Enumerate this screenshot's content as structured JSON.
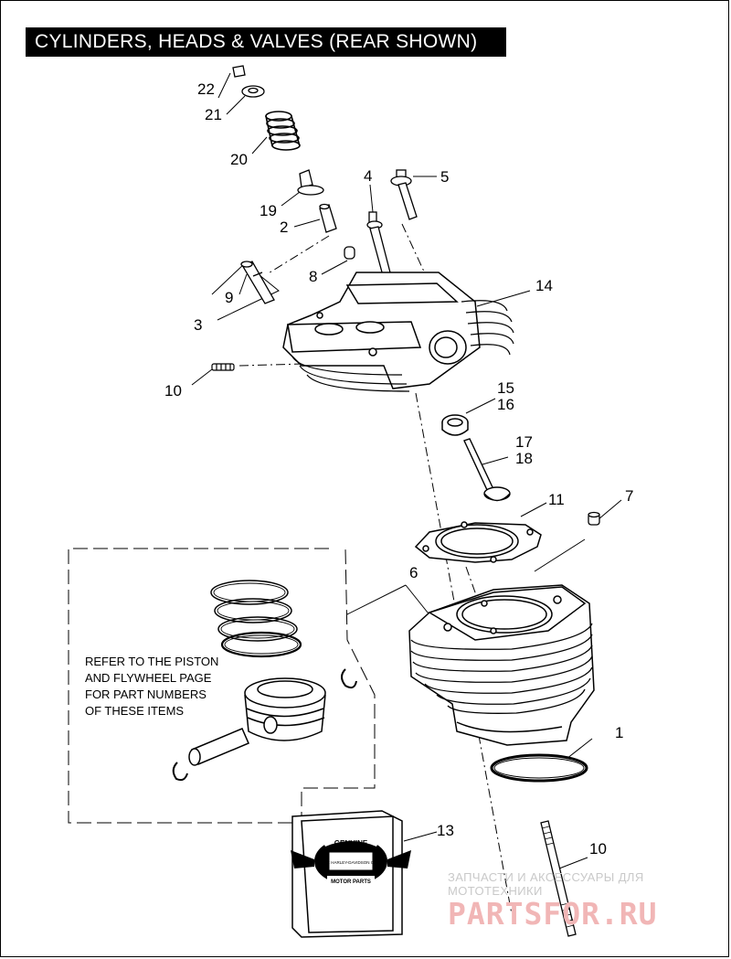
{
  "title": "CYLINDERS, HEADS & VALVES (REAR SHOWN)",
  "note": "REFER TO THE PISTON\nAND FLYWHEEL PAGE\nFOR PART NUMBERS\nOF THESE ITEMS",
  "callouts": [
    "22",
    "21",
    "20",
    "19",
    "4",
    "5",
    "2",
    "8",
    "9",
    "3",
    "14",
    "10",
    "15",
    "16",
    "17",
    "18",
    "11",
    "7",
    "6",
    "1",
    "13",
    "10"
  ],
  "kit_logo": {
    "top": "GENUINE",
    "middle": "MOTOR HARLEY-DAVIDSON CYCLES",
    "bottom": "MOTOR PARTS"
  },
  "watermark": {
    "line1": "ЗАПЧАСТИ И АКСЕССУАРЫ ДЛЯ МОТОТЕХНИКИ",
    "logo": "PARTSFOR.RU"
  }
}
